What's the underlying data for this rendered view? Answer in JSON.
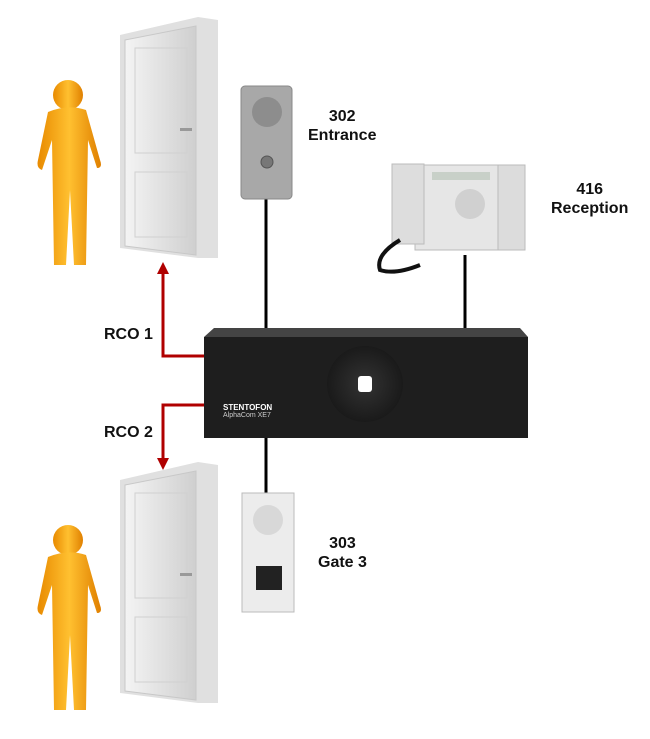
{
  "devices": {
    "entrance": {
      "number": "302",
      "name": "Entrance"
    },
    "reception": {
      "number": "416",
      "name": "Reception"
    },
    "gate": {
      "number": "303",
      "name": "Gate 3"
    }
  },
  "server": {
    "brand": "STENTOFON",
    "model": "AlphaCom XE7"
  },
  "relays": {
    "rco1": "RCO 1",
    "rco2": "RCO 2"
  },
  "colors": {
    "relay_line": "#b00000",
    "link_line": "#000000",
    "person": "#f0a010"
  }
}
